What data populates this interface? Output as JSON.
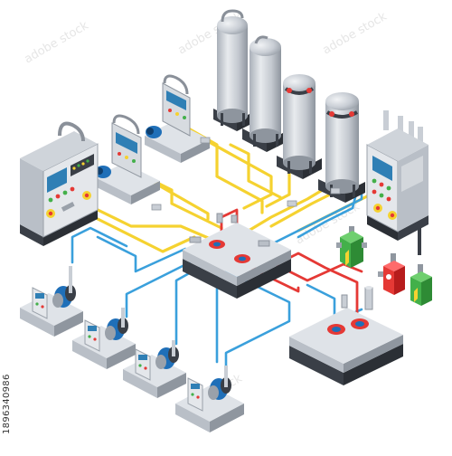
{
  "scene": {
    "subject": "isometric industrial process control network",
    "stock_id": "1896340986",
    "watermark_text": "adobe stock",
    "colors": {
      "background": "#ffffff",
      "metal_top": "#dfe3e8",
      "metal_left": "#b9bfc7",
      "metal_right": "#8f969f",
      "base_dark": "#3a3f47",
      "cable_yellow": "#f5d230",
      "cable_blue": "#3aa0dc",
      "cable_red": "#e53935",
      "screen": "#2f7fb5",
      "motor_blue": "#1f6fb8",
      "valve_green": "#43b04a",
      "valve_red": "#e53935"
    },
    "counts": {
      "storage_tanks": 4,
      "control_panels": 2,
      "hmi_units": 2,
      "pump_units": 4,
      "valves": 3,
      "hubs": 2
    }
  }
}
